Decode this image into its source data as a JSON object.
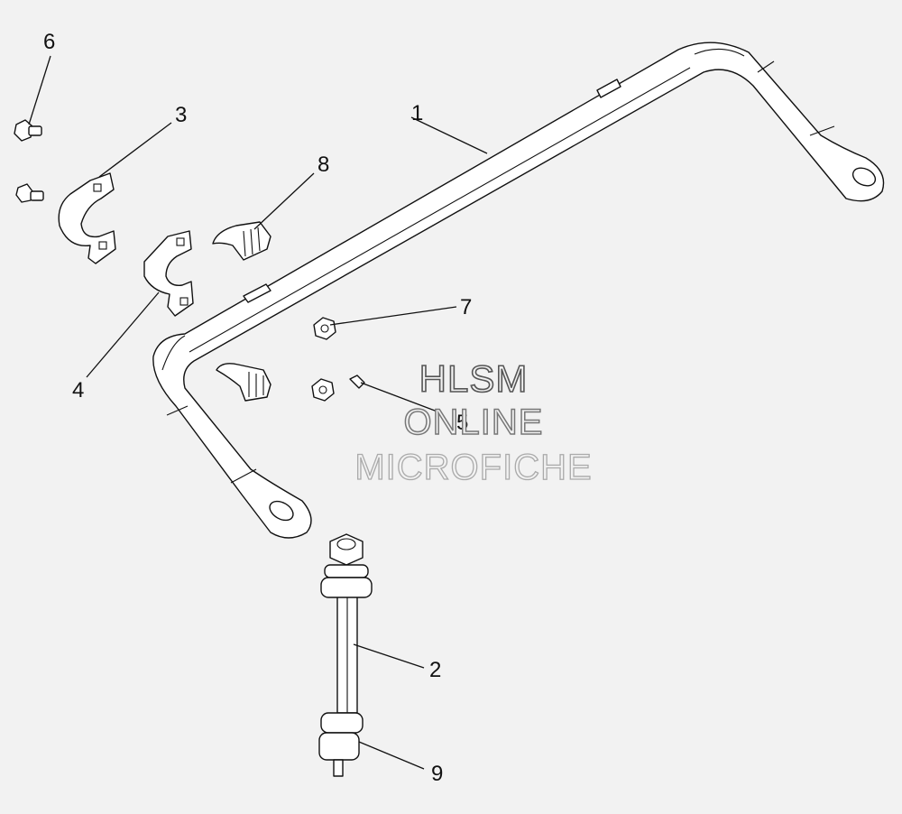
{
  "callouts": {
    "c1": "1",
    "c2": "2",
    "c3": "3",
    "c4": "4",
    "c5": "5",
    "c6": "6",
    "c7": "7",
    "c8": "8",
    "c9": "9"
  },
  "watermark": {
    "line1": "HLSM",
    "line2": "ONLINE",
    "line3": "MICROFICHE"
  },
  "colors": {
    "background": "#f2f2f2",
    "line": "#111111",
    "part_fill": "#ffffff"
  }
}
